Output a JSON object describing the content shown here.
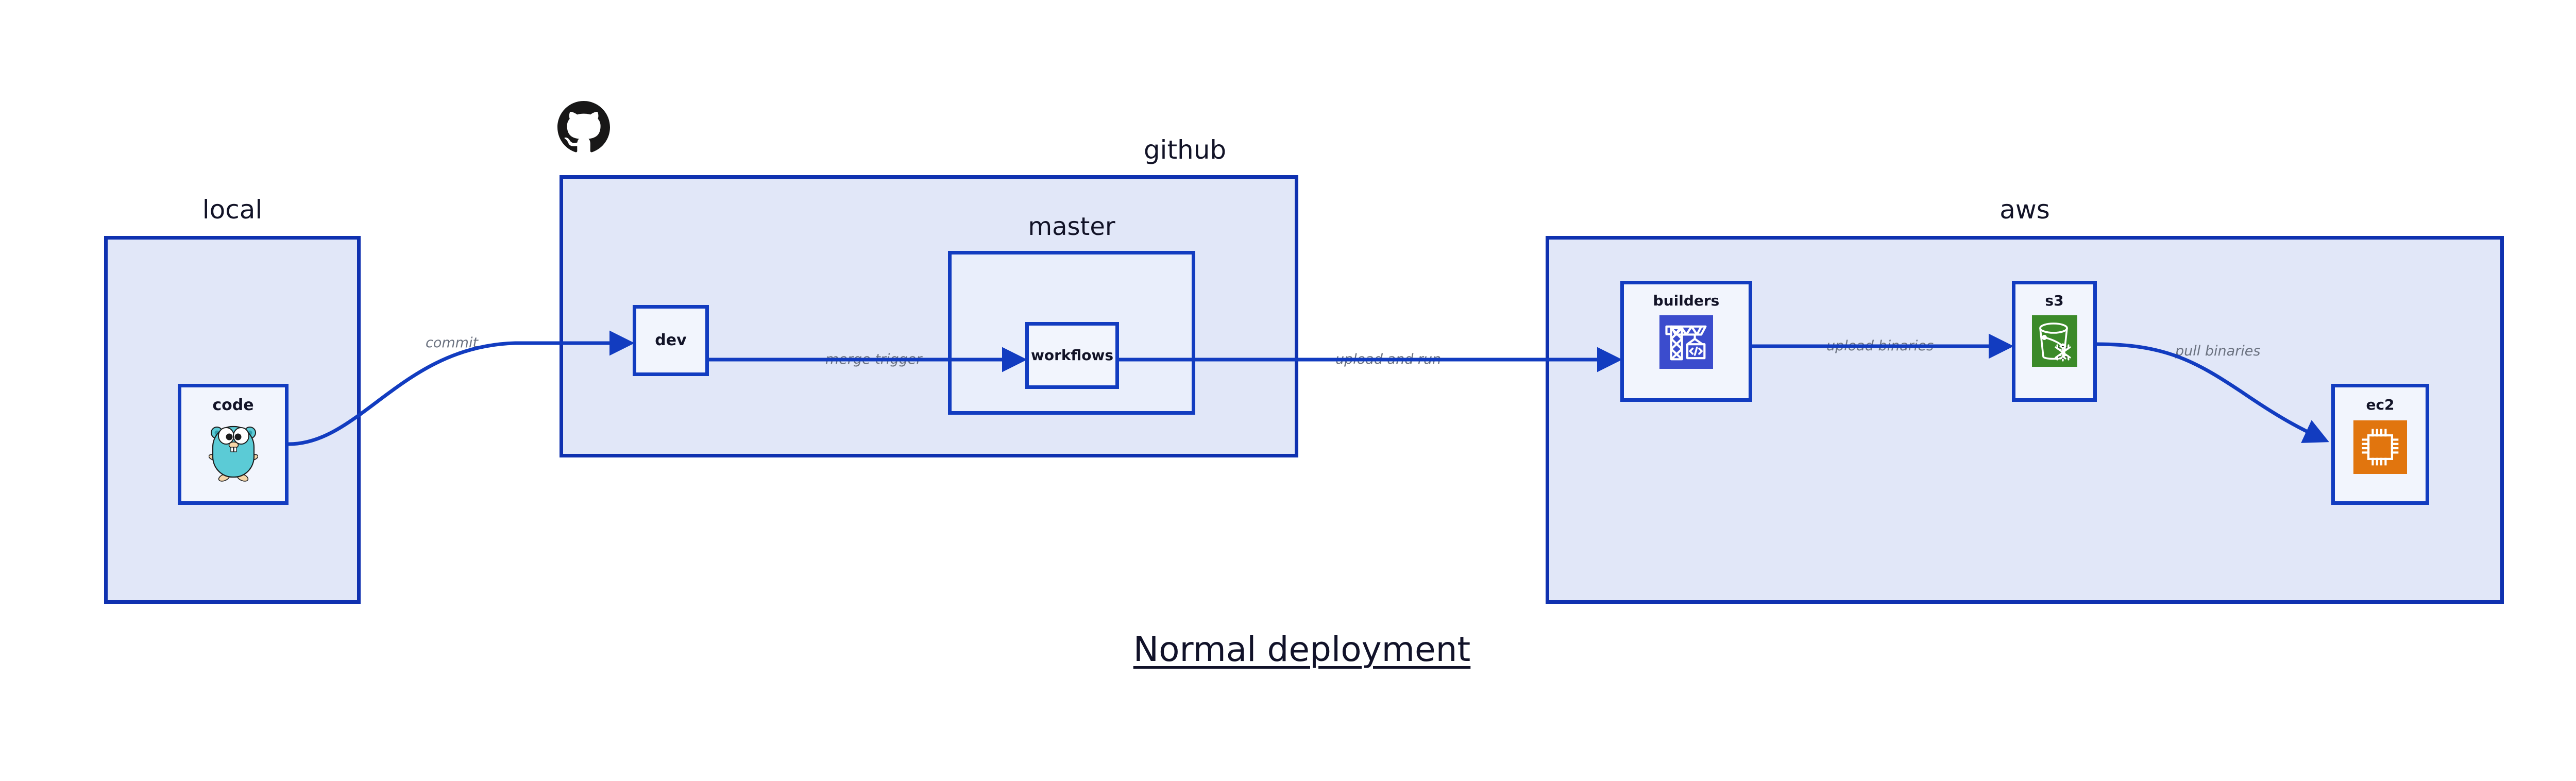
{
  "title": "Normal deployment",
  "colors": {
    "group_fill": "#e1e7f8",
    "group_inner_fill": "#e9eefb",
    "node_fill": "#f2f5fd",
    "border_blue": "#0f31b0",
    "node_border_blue": "#123cc0",
    "edge_blue": "#123cc0",
    "edge_label_gray": "#6b7280",
    "text_dark": "#121327",
    "builders_icon_bg": "#3b4ccd",
    "s3_icon_bg": "#3b8a29",
    "ec2_icon_bg": "#e1750e",
    "gopher_body": "#5bcbd6",
    "github_logo": "#181717"
  },
  "groups": [
    {
      "key": "local",
      "label": "local"
    },
    {
      "key": "github",
      "label": "github"
    },
    {
      "key": "master",
      "label": "master"
    },
    {
      "key": "aws",
      "label": "aws"
    }
  ],
  "nodes": [
    {
      "key": "code",
      "label": "code",
      "icon": "go-gopher-icon",
      "parent": "local"
    },
    {
      "key": "dev",
      "label": "dev",
      "icon": null,
      "parent": "github"
    },
    {
      "key": "workflows",
      "label": "workflows",
      "icon": null,
      "parent": "master"
    },
    {
      "key": "builders",
      "label": "builders",
      "icon": "crane-code-icon",
      "parent": "aws"
    },
    {
      "key": "s3",
      "label": "s3",
      "icon": "s3-bucket-icon",
      "parent": "aws"
    },
    {
      "key": "ec2",
      "label": "ec2",
      "icon": "cpu-chip-icon",
      "parent": "aws"
    }
  ],
  "edges": [
    {
      "key": "commit",
      "from": "code",
      "to": "dev",
      "label": "commit"
    },
    {
      "key": "merge-trigger",
      "from": "dev",
      "to": "workflows",
      "label": "merge trigger"
    },
    {
      "key": "upload-and-run",
      "from": "workflows",
      "to": "builders",
      "label": "upload and run"
    },
    {
      "key": "upload-binaries",
      "from": "builders",
      "to": "s3",
      "label": "upload binaries"
    },
    {
      "key": "pull-binaries",
      "from": "s3",
      "to": "ec2",
      "label": "pull binaries"
    }
  ],
  "logos": [
    {
      "key": "github-octocat",
      "name": "github-octocat-icon"
    }
  ]
}
